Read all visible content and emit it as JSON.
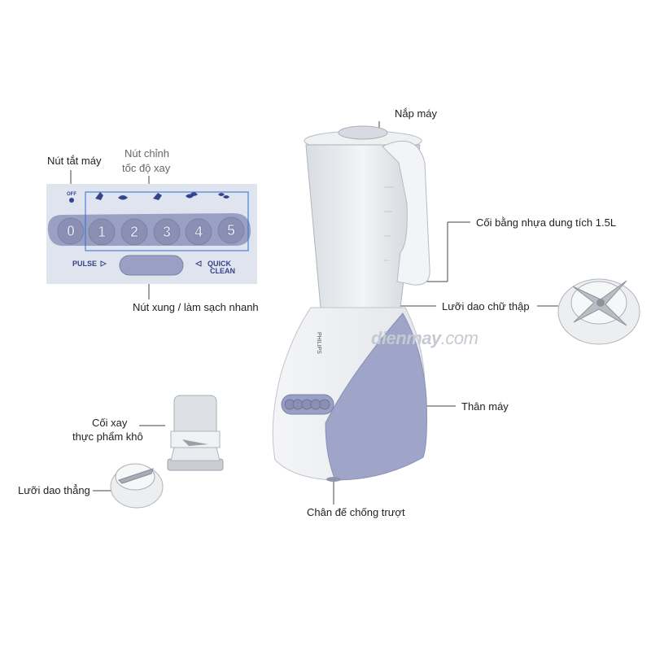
{
  "labels": {
    "lid": "Nắp máy",
    "jar": "Cối bằng nhựa dung tích 1.5L",
    "cross_blade": "Lưỡi dao chữ thập",
    "body": "Thân máy",
    "feet": "Chân đế chống trượt",
    "off_button": "Nút tắt máy",
    "speed_buttons_line1": "Nút chỉnh",
    "speed_buttons_line2": "tốc độ xay",
    "pulse_clean": "Nút xung / làm sạch nhanh",
    "dry_mill_line1": "Cối xay",
    "dry_mill_line2": "thực phẩm khô",
    "straight_blade": "Lưỡi dao thẳng"
  },
  "panel": {
    "off_text": "OFF",
    "buttons": [
      "0",
      "1",
      "2",
      "3",
      "4",
      "5"
    ],
    "pulse_text": "PULSE",
    "quick_clean_line1": "QUICK",
    "quick_clean_line2": "CLEAN"
  },
  "blender": {
    "brand": "PHILIPS"
  },
  "watermark": {
    "main": "dienmay",
    "suffix": ".com"
  },
  "colors": {
    "panel_bg": "#dfe4ef",
    "button": "#8a8fb3",
    "base_purple": "#9aa1c6",
    "highlight": "#2a6fd6"
  }
}
